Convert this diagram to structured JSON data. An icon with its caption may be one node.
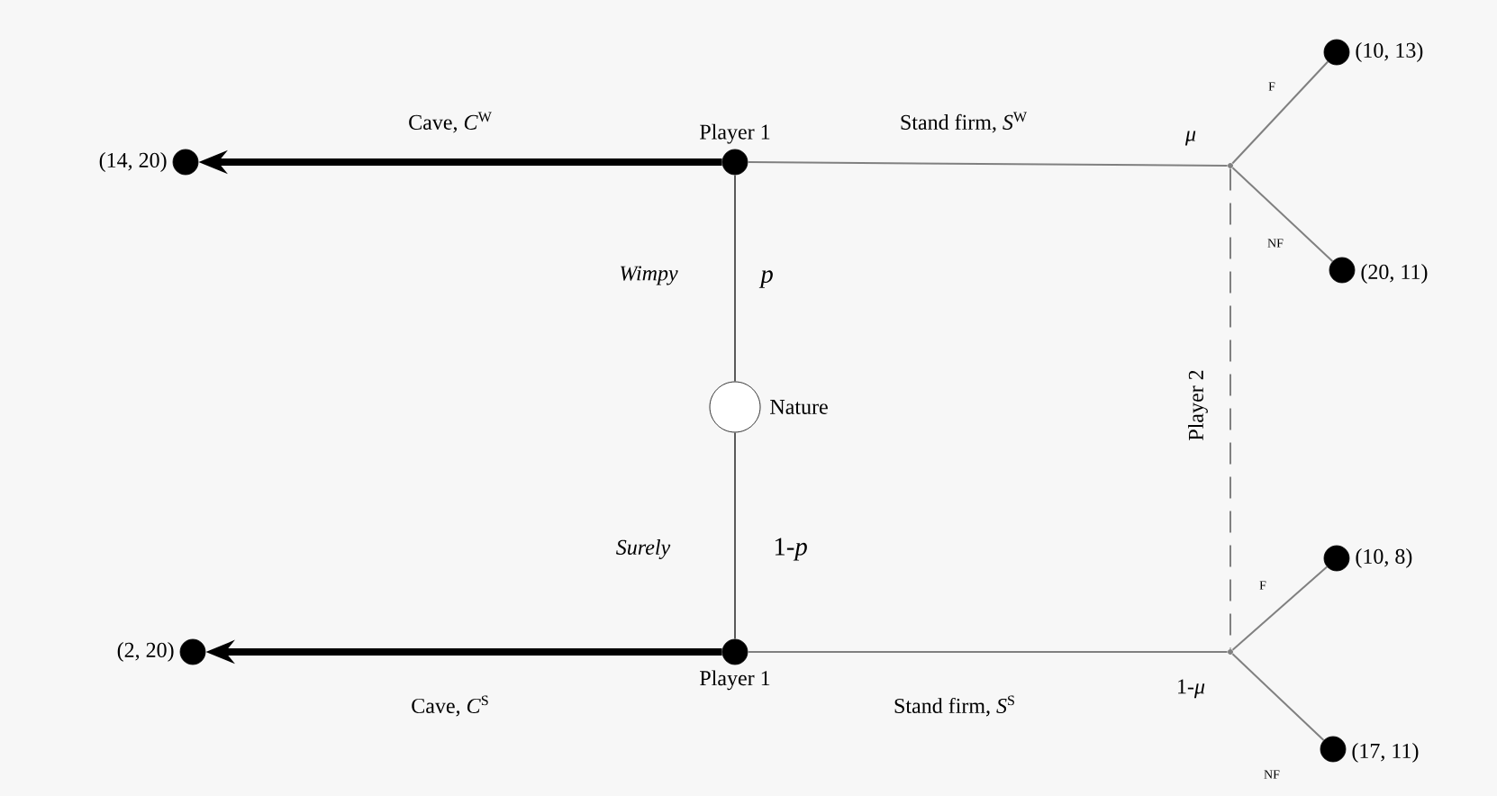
{
  "diagram": {
    "nodes": [
      {
        "text": [],
        "shape": "circle",
        "beside": [
          "Player 1"
        ]
      },
      {
        "text": [],
        "shape": "circle",
        "beside": [
          "Nature"
        ]
      },
      {
        "text": [],
        "shape": "circle",
        "beside": [
          "Player 1"
        ]
      },
      {
        "text": [],
        "shape": "circle",
        "beside": [
          "(14, 20)"
        ]
      },
      {
        "text": [],
        "shape": "circle",
        "beside": [
          "(2, 20)"
        ]
      },
      {
        "text": [],
        "shape": "point",
        "beside": [
          "*μ*"
        ]
      },
      {
        "text": [],
        "shape": "point",
        "beside": [
          "1-*μ*"
        ]
      },
      {
        "text": [],
        "shape": "circle",
        "beside": [
          "(10, 13)"
        ]
      },
      {
        "text": [],
        "shape": "circle",
        "beside": [
          "(20, 11)"
        ]
      },
      {
        "text": [],
        "shape": "circle",
        "beside": [
          "(10, 8)"
        ]
      },
      {
        "text": [],
        "shape": "circle",
        "beside": [
          "(17, 11)"
        ]
      }
    ],
    "edges": [
      {
        "from": 0,
        "to": 3,
        "arrow": "to",
        "label": "Cave, *C*$^{W}$",
        "style": "thick",
        "color": "#000000"
      },
      {
        "from": 0,
        "to": 5,
        "arrow": "none",
        "label": "Stand firm, *S*$^{W}$"
      },
      {
        "from": 1,
        "to": 0,
        "arrow": "none",
        "label": "*Wimpy*",
        "color": "#5a5a5a"
      },
      {
        "from": 1,
        "to": 2,
        "arrow": "none",
        "label": "*Surely*",
        "color": "#5a5a5a"
      },
      {
        "from": 2,
        "to": 4,
        "arrow": "to",
        "label": "Cave, *C*$^{S}$",
        "style": "thick",
        "color": "#000000"
      },
      {
        "from": 2,
        "to": 6,
        "arrow": "none",
        "label": "Stand firm, *S*$^{S}$"
      },
      {
        "from": 5,
        "to": 7,
        "arrow": "none",
        "label": "F"
      },
      {
        "from": 5,
        "to": 8,
        "arrow": "none",
        "label": "NF"
      },
      {
        "from": 6,
        "to": 9,
        "arrow": "none",
        "label": "F"
      },
      {
        "from": 6,
        "to": 10,
        "arrow": "none",
        "label": "NF"
      },
      {
        "from": 5,
        "to": 6,
        "arrow": "none",
        "label": "Player 2",
        "style": "dashed"
      }
    ],
    "labels": [
      "*p*",
      "1-*p*"
    ]
  }
}
